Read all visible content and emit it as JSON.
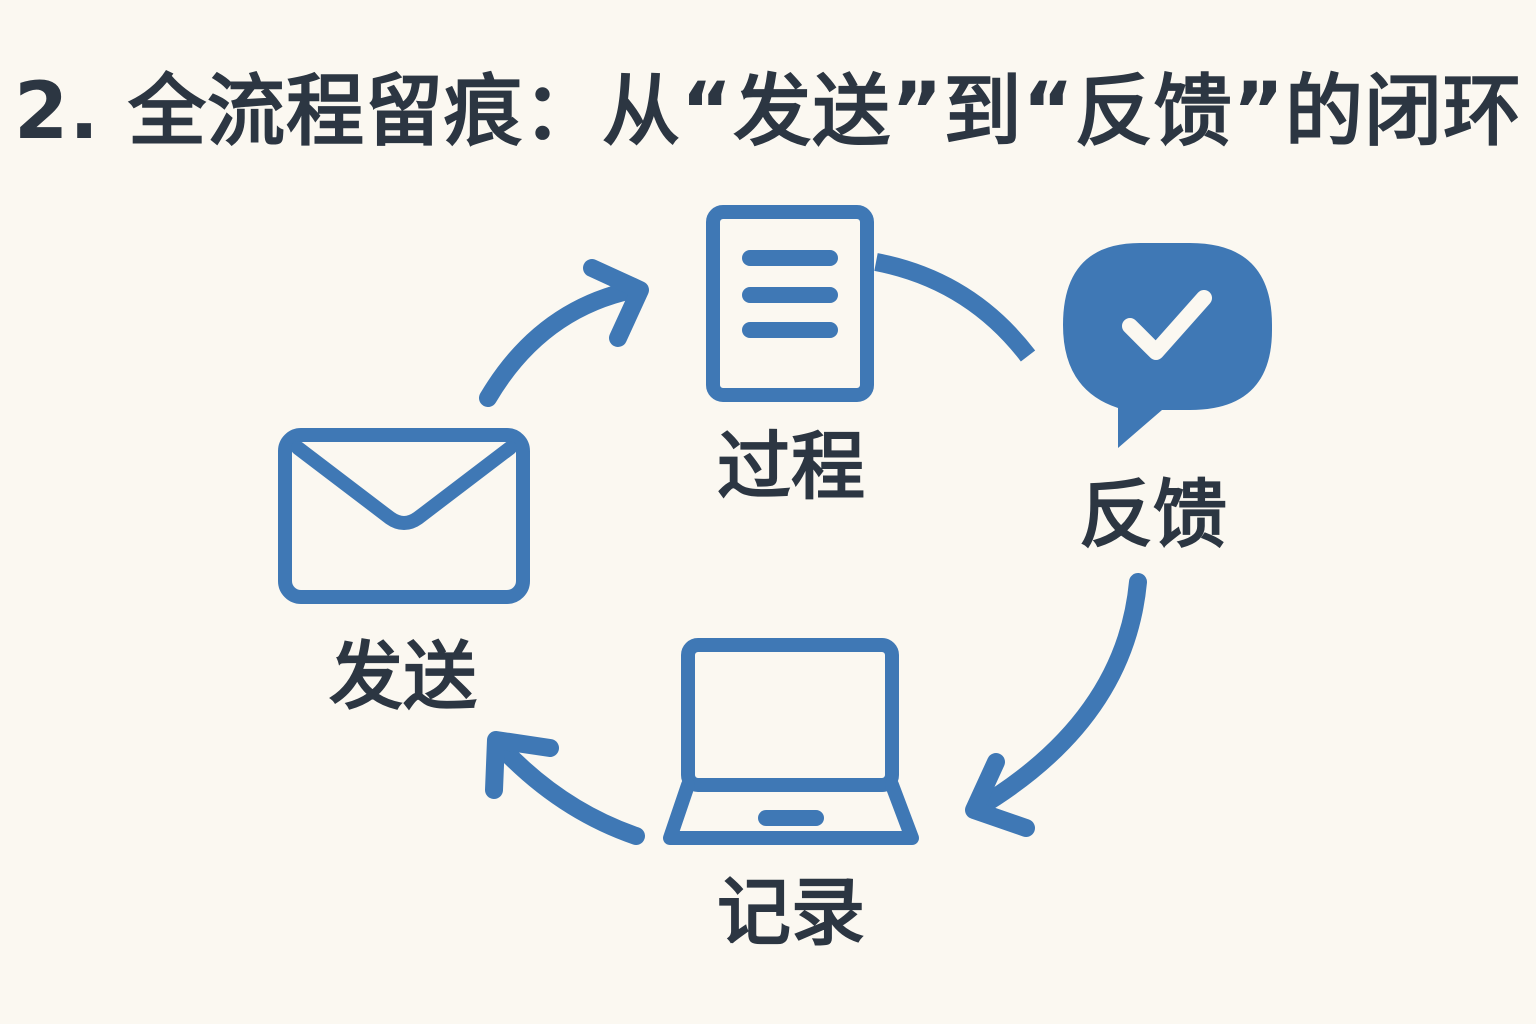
{
  "title": "2. 全流程留痕：从“发送”到“反馈”的闭环",
  "nodes": {
    "send": {
      "label": "发送",
      "icon": "envelope-icon"
    },
    "process": {
      "label": "过程",
      "icon": "document-icon"
    },
    "feedback": {
      "label": "反馈",
      "icon": "chat-check-icon"
    },
    "record": {
      "label": "记录",
      "icon": "laptop-icon"
    }
  },
  "colors": {
    "accent": "#3f78b5",
    "text": "#2c3642",
    "background": "#fbf8f1"
  }
}
